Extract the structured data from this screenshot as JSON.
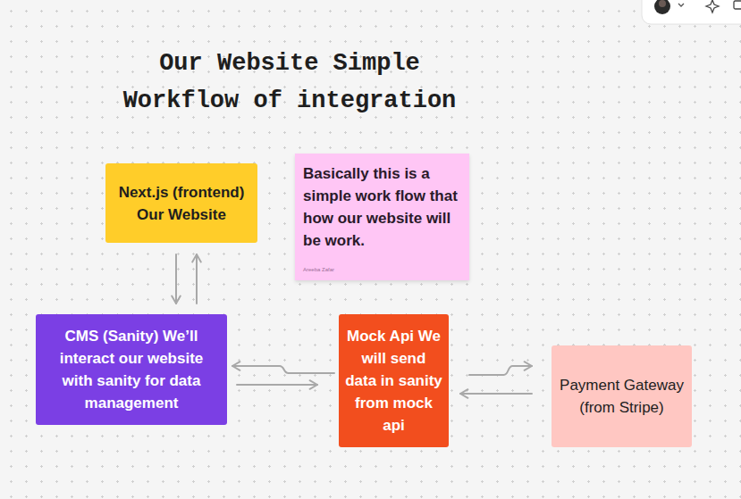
{
  "diagram": {
    "title": "Our Website Simple Workflow of integration",
    "nodes": [
      {
        "text": [
          "Next.js (frontend) Our Website"
        ]
      },
      {
        "text": [
          "Basically this is a simple work flow that how our website will be work.",
          "Areeba Zafar"
        ]
      },
      {
        "text": [
          "CMS (Sanity) We’ll interact our website with sanity for data management"
        ]
      },
      {
        "text": [
          "Mock Api We will send data in sanity from mock api"
        ]
      },
      {
        "text": [
          "Payment Gateway (from Stripe)"
        ]
      }
    ],
    "edges": [
      {
        "from": 0,
        "to": 2,
        "arrow": "to"
      },
      {
        "from": 2,
        "to": 0,
        "arrow": "to"
      },
      {
        "from": 3,
        "to": 2,
        "arrow": "to"
      },
      {
        "from": 2,
        "to": 3,
        "arrow": "to"
      },
      {
        "from": 3,
        "to": 4,
        "arrow": "to"
      },
      {
        "from": 4,
        "to": 3,
        "arrow": "to"
      }
    ]
  }
}
